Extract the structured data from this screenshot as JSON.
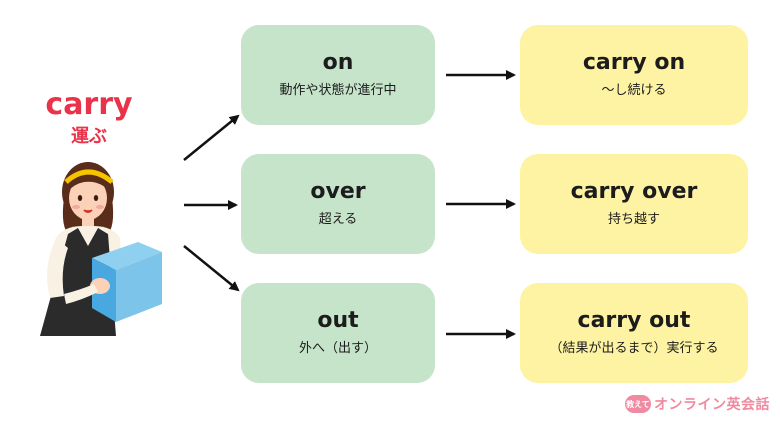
{
  "root": {
    "word": "carry",
    "meaning": "運ぶ"
  },
  "branches": [
    {
      "particle": "on",
      "particle_meaning": "動作や状態が進行中",
      "phrase": "carry on",
      "phrase_meaning": "〜し続ける"
    },
    {
      "particle": "over",
      "particle_meaning": "超える",
      "phrase": "carry over",
      "phrase_meaning": "持ち越す"
    },
    {
      "particle": "out",
      "particle_meaning": "外へ（出す）",
      "phrase": "carry out",
      "phrase_meaning": "（結果が出るまで）実行する"
    }
  ],
  "logo": {
    "badge": "教えて",
    "text": "オンライン英会話"
  },
  "colors": {
    "accent": "#e8334a",
    "green_box": "#c5e4c9",
    "yellow_box": "#fdf3a3",
    "logo": "#f08aa0"
  },
  "icons": {
    "person": "person-holding-box-illustration",
    "arrow": "arrow-right-icon"
  }
}
